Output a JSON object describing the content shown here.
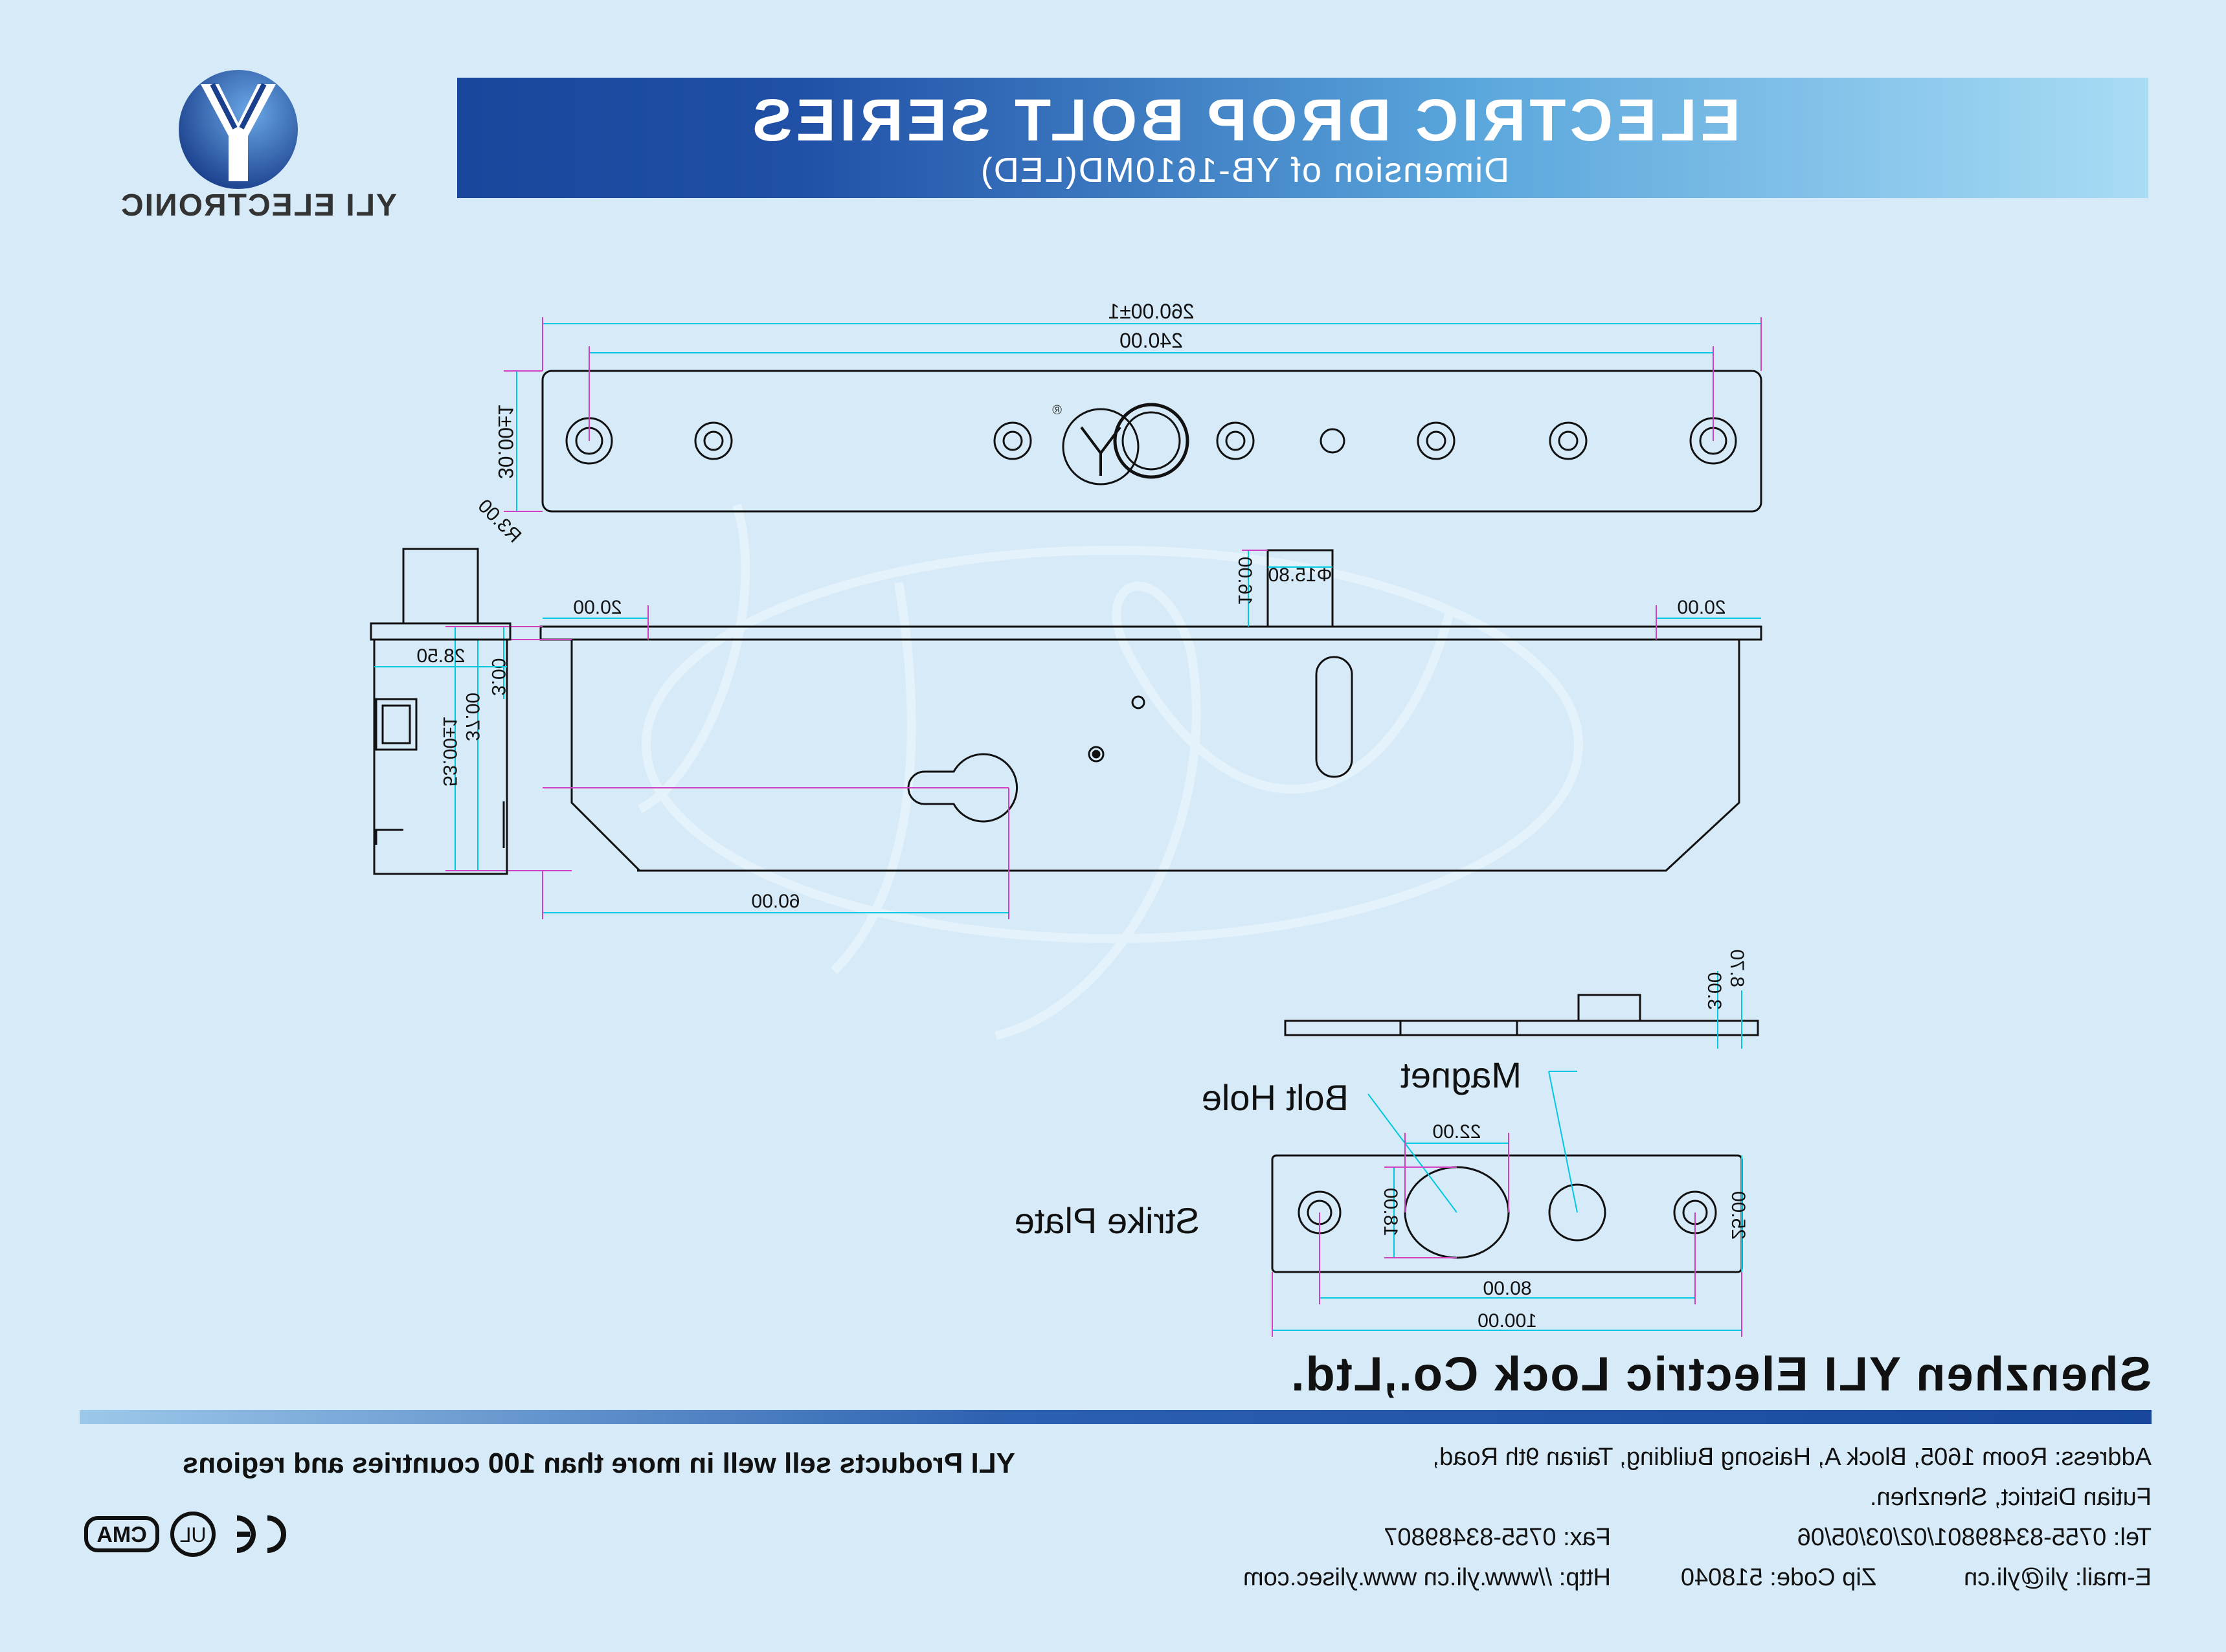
{
  "header": {
    "title": "ELECTRIC DROP BOLT SERIES",
    "subtitle": "Dimension of YB-1610MD(LED)"
  },
  "brand": {
    "logo_text": "YLI ELECTRONIC",
    "accent": "#1e4fa3",
    "band_light": "#a9dcf5"
  },
  "drawing": {
    "dimensions": {
      "overall_length": "260.00±1",
      "hole_spacing": "240.00",
      "faceplate_height": "30.00±1",
      "corner_radius": "R3.00",
      "bolt_diameter": "Φ15.80",
      "bolt_projection": "16.00",
      "flange_left": "20.00",
      "flange_right": "20.00",
      "body_top": "3.00",
      "body_mid": "37.00",
      "body_height": "53.00±1",
      "keyhole_offset": "60.00",
      "side_width": "28.50",
      "strike_thickness": "3.00",
      "strike_total": "8.70",
      "hole_width": "22.00",
      "hole_height": "18.00",
      "strike_height": "25.00",
      "strike_hole_spacing": "80.00",
      "strike_length": "100.00"
    },
    "labels": {
      "bolt_hole": "Bolt Hole",
      "magnet": "Magnet",
      "strike_plate": "Strike Plate",
      "registered": "®"
    }
  },
  "footer": {
    "company": "Shenzhen YLI Electric Lock Co.,Ltd.",
    "address_line1": "Address: Room 1605, Block A, Haisong Building, Tairan 9th Road,",
    "address_line2": "Futian District, Shenzhen.",
    "tel": "Tel: 0755-83489801/02/03/05/06",
    "fax": "Fax: 0755-83489807",
    "email": "E-mail: yli@yli.cn",
    "zip": "Zip Code: 518040",
    "http": "Http: //www.yli.cn   www.ylisec.com",
    "slogan": "YLI Products sell well in more than 100 countries and regions",
    "cert_icons": [
      "ce-mark-icon",
      "ul-mark-icon",
      "cma-mark-icon"
    ]
  }
}
